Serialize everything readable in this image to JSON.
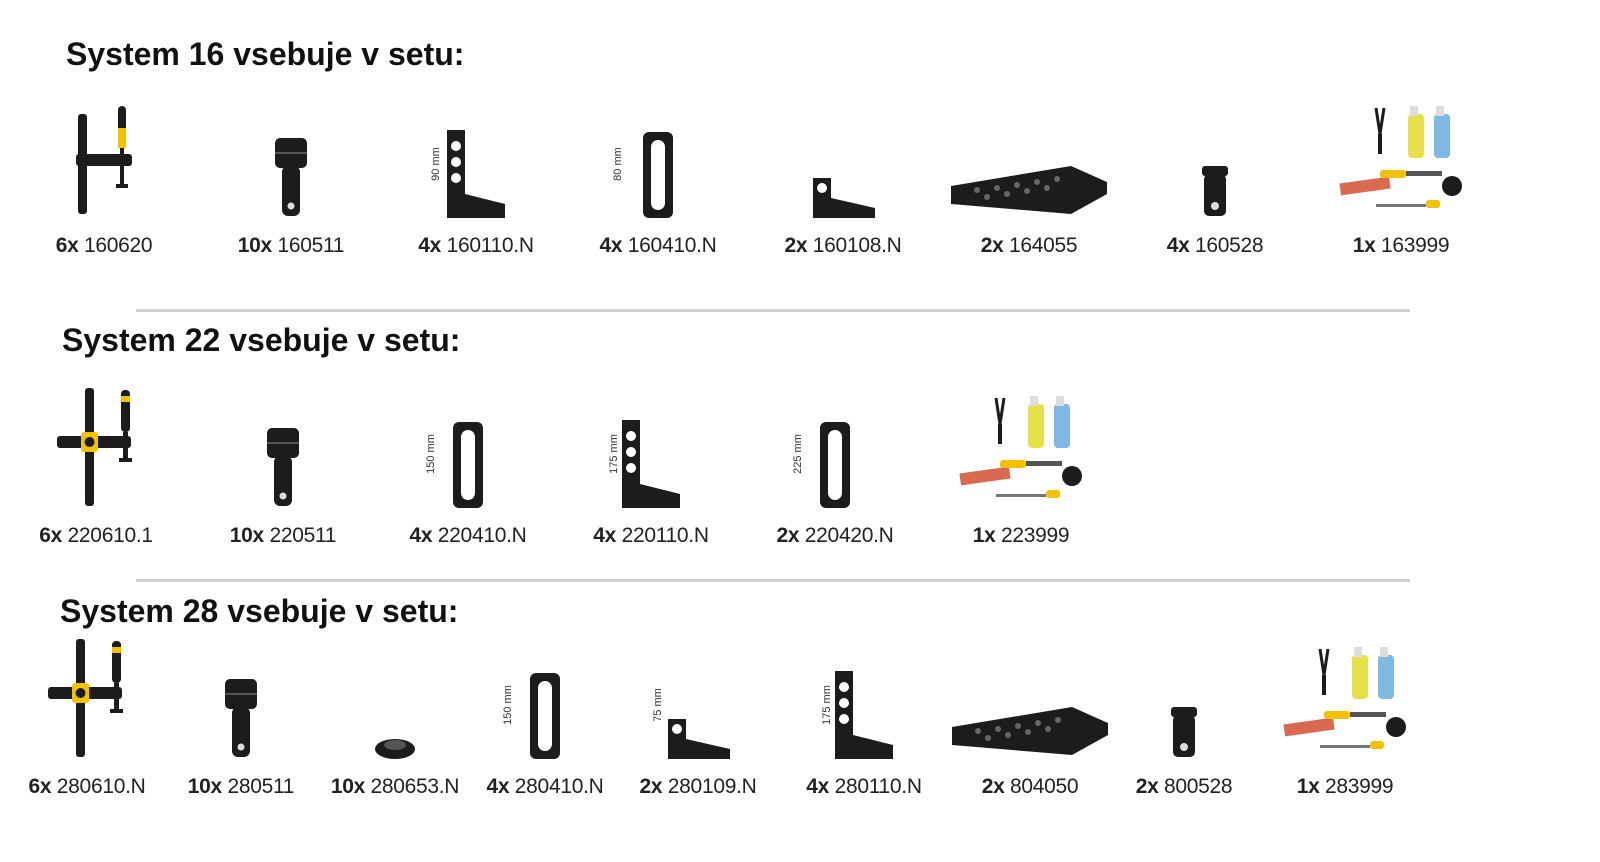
{
  "sections": [
    {
      "title": "System 16 vsebuje v setu:",
      "items": [
        {
          "qty": "6x",
          "code": "160620",
          "icon": "clamp"
        },
        {
          "qty": "10x",
          "code": "160511",
          "icon": "bolt"
        },
        {
          "qty": "4x",
          "code": "160110.N",
          "icon": "angle",
          "dim": "90 mm"
        },
        {
          "qty": "4x",
          "code": "160410.N",
          "icon": "slot-plate",
          "dim": "80 mm"
        },
        {
          "qty": "2x",
          "code": "160108.N",
          "icon": "small-angle"
        },
        {
          "qty": "2x",
          "code": "164055",
          "icon": "plate"
        },
        {
          "qty": "4x",
          "code": "160528",
          "icon": "bushing"
        },
        {
          "qty": "1x",
          "code": "163999",
          "icon": "kit"
        }
      ]
    },
    {
      "title": "System 22 vsebuje v setu:",
      "items": [
        {
          "qty": "6x",
          "code": "220610.1",
          "icon": "cross-clamp"
        },
        {
          "qty": "10x",
          "code": "220511",
          "icon": "bolt"
        },
        {
          "qty": "4x",
          "code": "220410.N",
          "icon": "slot-plate",
          "dim": "150 mm"
        },
        {
          "qty": "4x",
          "code": "220110.N",
          "icon": "angle",
          "dim": "175 mm"
        },
        {
          "qty": "2x",
          "code": "220420.N",
          "icon": "slot-plate",
          "dim": "225 mm"
        },
        {
          "qty": "1x",
          "code": "223999",
          "icon": "kit"
        }
      ]
    },
    {
      "title": "System 28 vsebuje v setu:",
      "items": [
        {
          "qty": "6x",
          "code": "280610.N",
          "icon": "cross-clamp"
        },
        {
          "qty": "10x",
          "code": "280511",
          "icon": "bolt"
        },
        {
          "qty": "10x",
          "code": "280653.N",
          "icon": "nut"
        },
        {
          "qty": "4x",
          "code": "280410.N",
          "icon": "slot-plate",
          "dim": "150 mm"
        },
        {
          "qty": "2x",
          "code": "280109.N",
          "icon": "small-angle",
          "dim": "75 mm"
        },
        {
          "qty": "4x",
          "code": "280110.N",
          "icon": "angle",
          "dim": "175 mm"
        },
        {
          "qty": "2x",
          "code": "804050",
          "icon": "plate"
        },
        {
          "qty": "2x",
          "code": "800528",
          "icon": "bushing"
        },
        {
          "qty": "1x",
          "code": "283999",
          "icon": "kit"
        }
      ]
    }
  ],
  "colors": {
    "metal": "#1c1c1e",
    "accent": "#f2c200",
    "divider": "#d0d0d0"
  }
}
